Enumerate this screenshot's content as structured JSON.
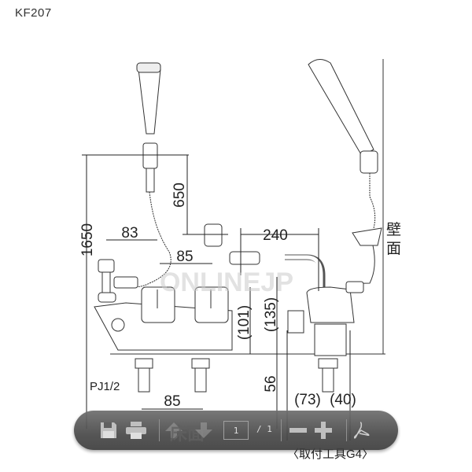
{
  "document": {
    "title": "KF207",
    "watermark": "ONLINEJP",
    "dimensions": {
      "total_height": "1650",
      "hanger_height": "650",
      "d83": "83",
      "d85_upper": "85",
      "d240": "240",
      "d101": "(101)",
      "d135": "(135)",
      "d56": "56",
      "d85_lower": "85",
      "d73": "(73)",
      "d40": "(40)"
    },
    "labels": {
      "wall": [
        "壁",
        "面"
      ],
      "floor": "床面",
      "thread": "PJ1/2",
      "tool": "〈取付工具G4〉"
    }
  },
  "toolbar": {
    "icons": {
      "save": "save-icon",
      "print": "print-icon",
      "prev": "arrow-up-icon",
      "next": "arrow-down-icon",
      "zoom_out": "minus-icon",
      "zoom_in": "plus-icon",
      "acrobat": "acrobat-icon"
    },
    "page_current": "1",
    "page_total": "/ 1"
  }
}
